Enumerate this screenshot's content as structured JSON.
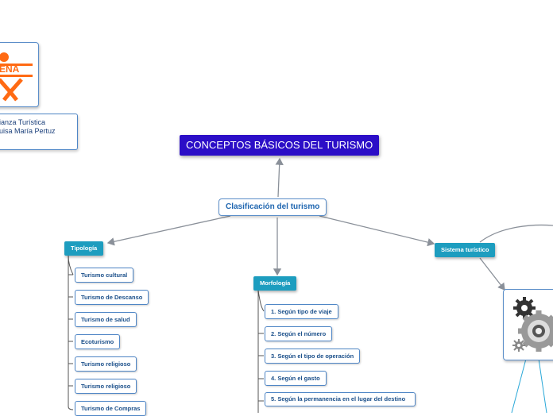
{
  "main_topic": "CONCEPTOS BÁSICOS DEL TURISMO",
  "central_topic": "Clasificación del turismo",
  "logo": {
    "text": "ENA",
    "color": "#ff6a13"
  },
  "note": {
    "line1": "ianza Turística",
    "line2": "uisa María Pertuz"
  },
  "branches": {
    "tipologia": {
      "label": "Tipología",
      "items": [
        "Turismo cultural",
        "Turismo de Descanso",
        "Turismo de salud",
        "Ecoturismo",
        "Turismo religioso",
        "Turismo religioso",
        "Turismo de Compras"
      ]
    },
    "morfologia": {
      "label": "Morfología",
      "items": [
        "1. Según tipo de viaje",
        "2. Según el número",
        "3. Según el tipo de operación",
        "4. Según el gasto",
        "5. Según la permanencia en el lugar del destino"
      ]
    },
    "sistema": {
      "label": "Sistema turístico",
      "image": "gears-icon"
    }
  },
  "colors": {
    "main": "#2b0ec7",
    "branch": "#1d9dbf",
    "border": "#5b8ec9",
    "line": "#8a9099"
  }
}
